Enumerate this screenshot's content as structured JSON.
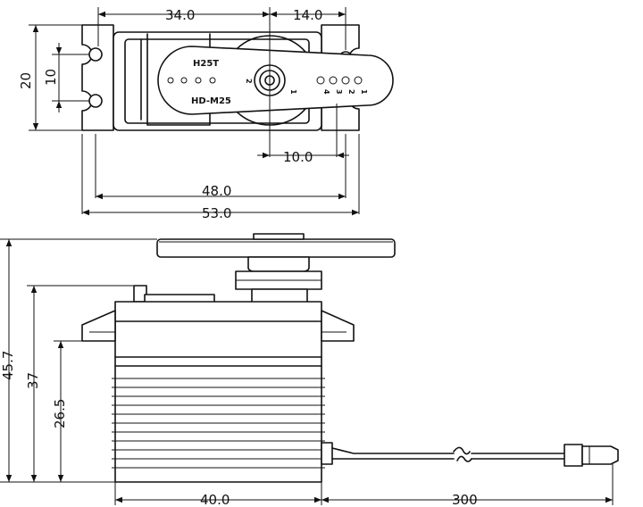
{
  "top_view": {
    "dims": {
      "overall_length": "53.0",
      "mount_spacing": "48.0",
      "output_offset": "34.0",
      "right_offset": "14.0",
      "horn_hole_offset": "10.0",
      "body_width": "20",
      "ear_slot": "10"
    },
    "horn_labels": {
      "line1": "H25T",
      "line2": "HD-M25"
    },
    "arm_numbers": [
      "1",
      "2"
    ],
    "hole_numbers": [
      "4",
      "3",
      "2",
      "1"
    ]
  },
  "side_view": {
    "dims": {
      "total_height": "45.7",
      "body_height": "37",
      "mount_height": "26.5",
      "body_length": "40.0",
      "cable_length": "300"
    }
  }
}
